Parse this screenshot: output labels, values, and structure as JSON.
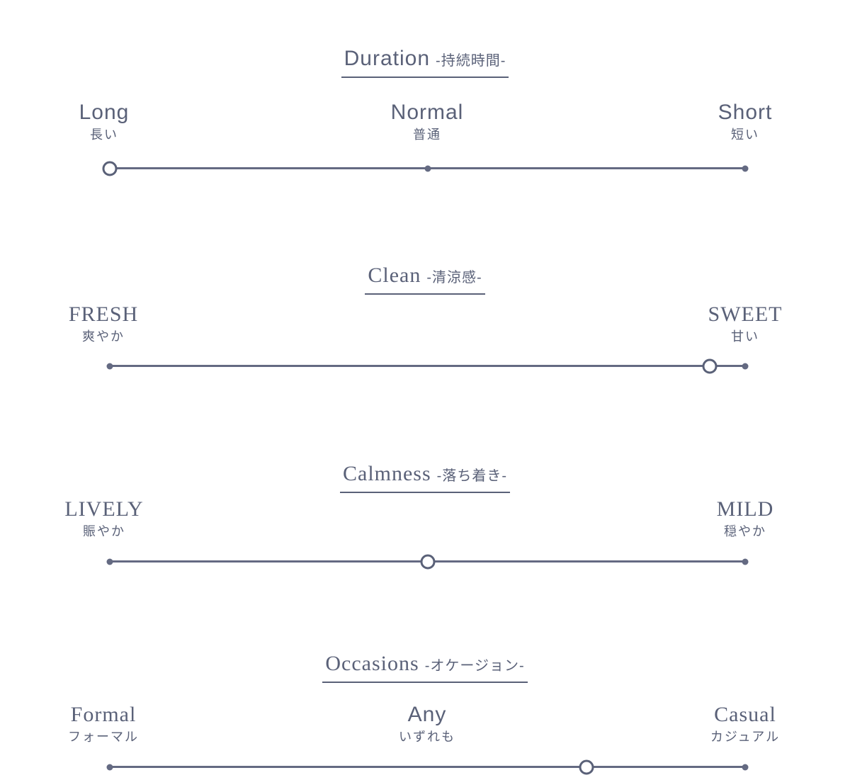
{
  "page": {
    "background": "#ffffff",
    "text_color": "#5a6178",
    "line_color": "#646a82",
    "marker_fill": "#ffffff"
  },
  "scales": [
    {
      "id": "duration",
      "title_en": "Duration",
      "title_ja": "-持続時間-",
      "left_en": "Long",
      "left_ja": "長い",
      "center_en": "Normal",
      "center_ja": "普通",
      "right_en": "Short",
      "right_ja": "短い",
      "marker_pct": 0,
      "marker_value": "Long"
    },
    {
      "id": "clean",
      "title_en": "Clean",
      "title_ja": "-清涼感-",
      "left_en": "FRESH",
      "left_ja": "爽やか",
      "right_en": "SWEET",
      "right_ja": "甘い",
      "marker_pct": 94.4,
      "marker_value": "SWEET"
    },
    {
      "id": "calmness",
      "title_en": "Calmness",
      "title_ja": "-落ち着き-",
      "left_en": "LIVELY",
      "left_ja": "賑やか",
      "right_en": "MILD",
      "right_ja": "穏やか",
      "marker_pct": 50,
      "marker_value": "middle"
    },
    {
      "id": "occasions",
      "title_en": "Occasions",
      "title_ja": "-オケージョン-",
      "left_en": "Formal",
      "left_ja": "フォーマル",
      "center_en": "Any",
      "center_ja": "いずれも",
      "right_en": "Casual",
      "right_ja": "カジュアル",
      "marker_pct": 75,
      "marker_value": "between Any and Casual"
    }
  ]
}
